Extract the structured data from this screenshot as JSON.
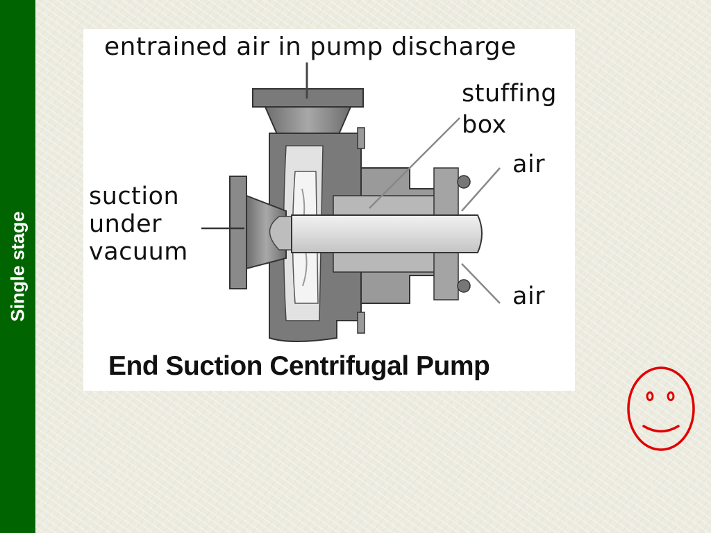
{
  "slide": {
    "side_title": "Single stage"
  },
  "diagram": {
    "top_label": "entrained air in pump discharge",
    "stuffing_box_line1": "stuffing",
    "stuffing_box_line2": "box",
    "air_top": "air",
    "air_bottom": "air",
    "suction_line1": "suction",
    "suction_line2": "under",
    "suction_line3": "vacuum",
    "caption": "End Suction Centrifugal Pump"
  },
  "colors": {
    "side_bar": "#006400",
    "smiley": "#e00000",
    "pump_dark": "#7a7a7a",
    "pump_light": "#d0d0d0"
  }
}
